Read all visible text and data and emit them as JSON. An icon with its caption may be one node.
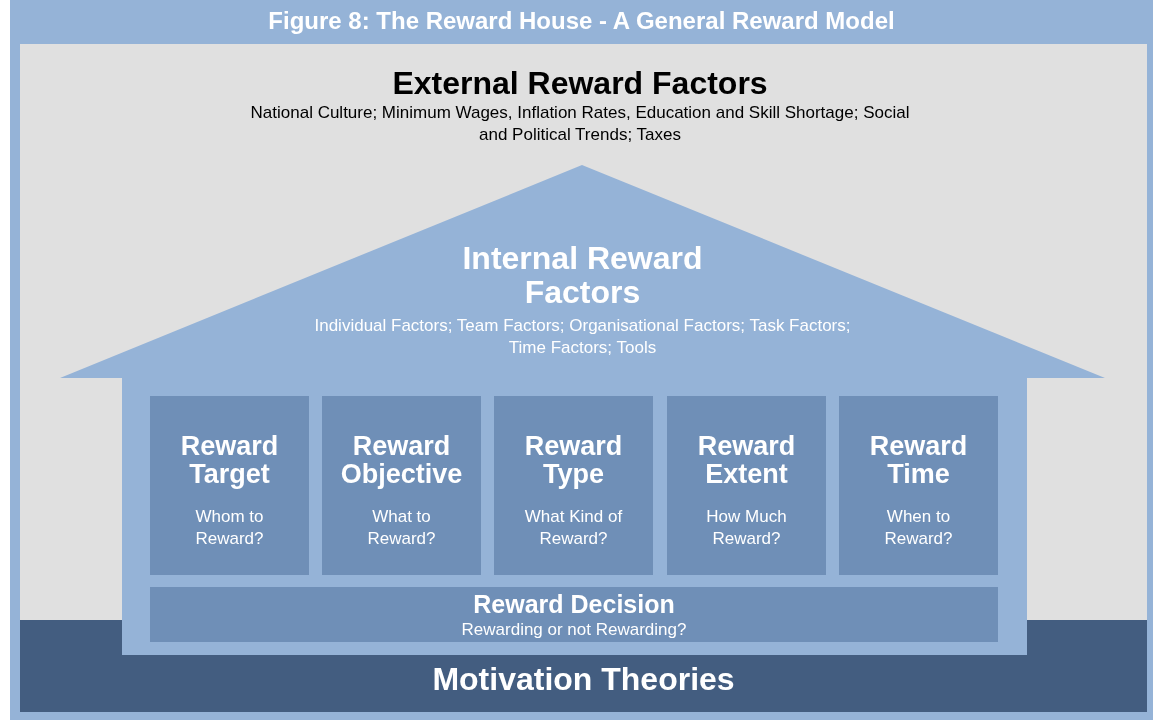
{
  "diagram": {
    "title": "Figure 8: The Reward House - A General Reward Model",
    "nodes": [
      {
        "text": [
          "External Reward Factors",
          "National Culture; Minimum Wages, Inflation Rates, Education and Skill Shortage; Social and Political Trends; Taxes"
        ]
      },
      {
        "text": [
          "Internal Reward Factors",
          "Individual Factors; Team Factors; Organisational Factors; Task Factors; Time Factors; Tools"
        ]
      },
      {
        "text": [
          "Reward Target",
          "Whom to Reward?"
        ],
        "in": 1
      },
      {
        "text": [
          "Reward Objective",
          "What to Reward?"
        ],
        "in": 1
      },
      {
        "text": [
          "Reward Type",
          "What Kind of Reward?"
        ],
        "in": 1
      },
      {
        "text": [
          "Reward Extent",
          "How Much Reward?"
        ],
        "in": 1
      },
      {
        "text": [
          "Reward Time",
          "When to Reward?"
        ],
        "in": 1
      },
      {
        "text": [
          "Reward Decision",
          "Rewarding or not Rewarding?"
        ],
        "in": 1
      },
      {
        "text": [
          "Motivation Theories"
        ]
      }
    ],
    "edges": []
  }
}
